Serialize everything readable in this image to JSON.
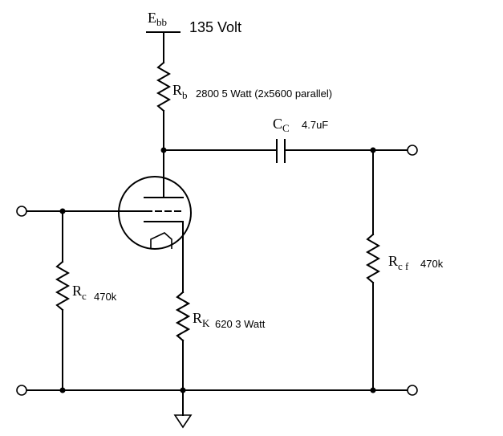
{
  "supply": {
    "symbol": "E",
    "subscript": "bb",
    "value": "135 Volt"
  },
  "rb": {
    "symbol": "R",
    "subscript": "b",
    "value": "2800 5 Watt (2x5600 parallel)"
  },
  "cc": {
    "symbol": "C",
    "subscript": "C",
    "value": "4.7uF"
  },
  "rcf": {
    "symbol": "R",
    "subscript": "c f",
    "value": "470k"
  },
  "rc": {
    "symbol": "R",
    "subscript": "c",
    "value": "470k"
  },
  "rk": {
    "symbol": "R",
    "subscript": "K",
    "value": "620  3 Watt"
  }
}
